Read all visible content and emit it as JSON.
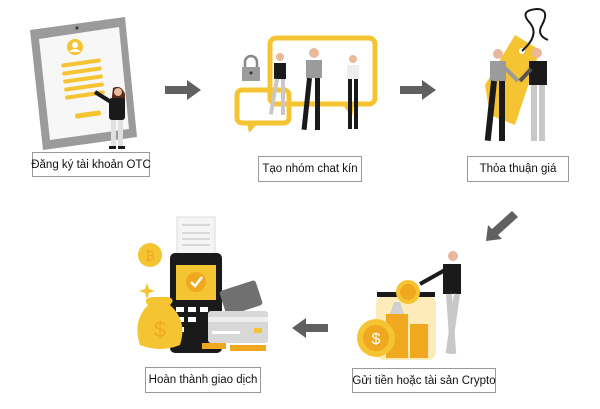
{
  "diagram": {
    "type": "process-flow",
    "colors": {
      "accent_yellow": "#F5C433",
      "arrow_gray": "#606060",
      "device_gray": "#9B9B9B",
      "figure_black": "#1A1A1A",
      "label_border": "#9A9A9A"
    },
    "steps": [
      {
        "order": 1,
        "label": "Đăng ký tài khoản OTC",
        "icon": "tablet-signup-form-icon"
      },
      {
        "order": 2,
        "label": "Tạo nhóm chat kín",
        "icon": "private-chat-group-icon"
      },
      {
        "order": 3,
        "label": "Thỏa thuận giá",
        "icon": "price-tag-handshake-icon"
      },
      {
        "order": 4,
        "label": "Gửi tiền hoặc tài sản Crypto",
        "icon": "coin-jar-deposit-icon"
      },
      {
        "order": 5,
        "label": "Hoàn thành giao dịch",
        "icon": "payment-terminal-complete-icon"
      }
    ],
    "arrows": [
      {
        "from": 1,
        "to": 2,
        "direction": "right"
      },
      {
        "from": 2,
        "to": 3,
        "direction": "right"
      },
      {
        "from": 3,
        "to": 4,
        "direction": "down-left"
      },
      {
        "from": 4,
        "to": 5,
        "direction": "left"
      }
    ]
  }
}
